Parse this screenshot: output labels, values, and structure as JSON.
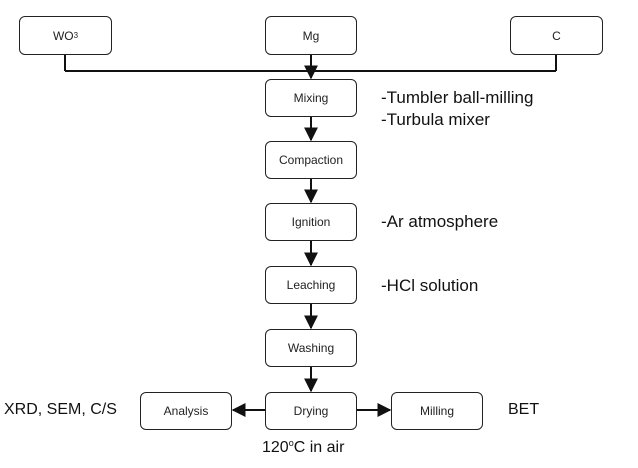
{
  "inputs": {
    "wo3": {
      "main": "WO",
      "sub": "3"
    },
    "mg": "Mg",
    "c": "C"
  },
  "steps": {
    "mixing": "Mixing",
    "compaction": "Compaction",
    "ignition": "Ignition",
    "leaching": "Leaching",
    "washing": "Washing",
    "drying": "Drying",
    "analysis": "Analysis",
    "milling": "Milling"
  },
  "notes": {
    "mixing_1": "-Tumbler ball-milling",
    "mixing_2": "-Turbula mixer",
    "ignition": "-Ar atmosphere",
    "leaching": "-HCl solution",
    "analysis": "XRD, SEM, C/S",
    "milling": "BET",
    "drying": {
      "temp": "120",
      "sup": "o",
      "rest": "C in air"
    }
  }
}
